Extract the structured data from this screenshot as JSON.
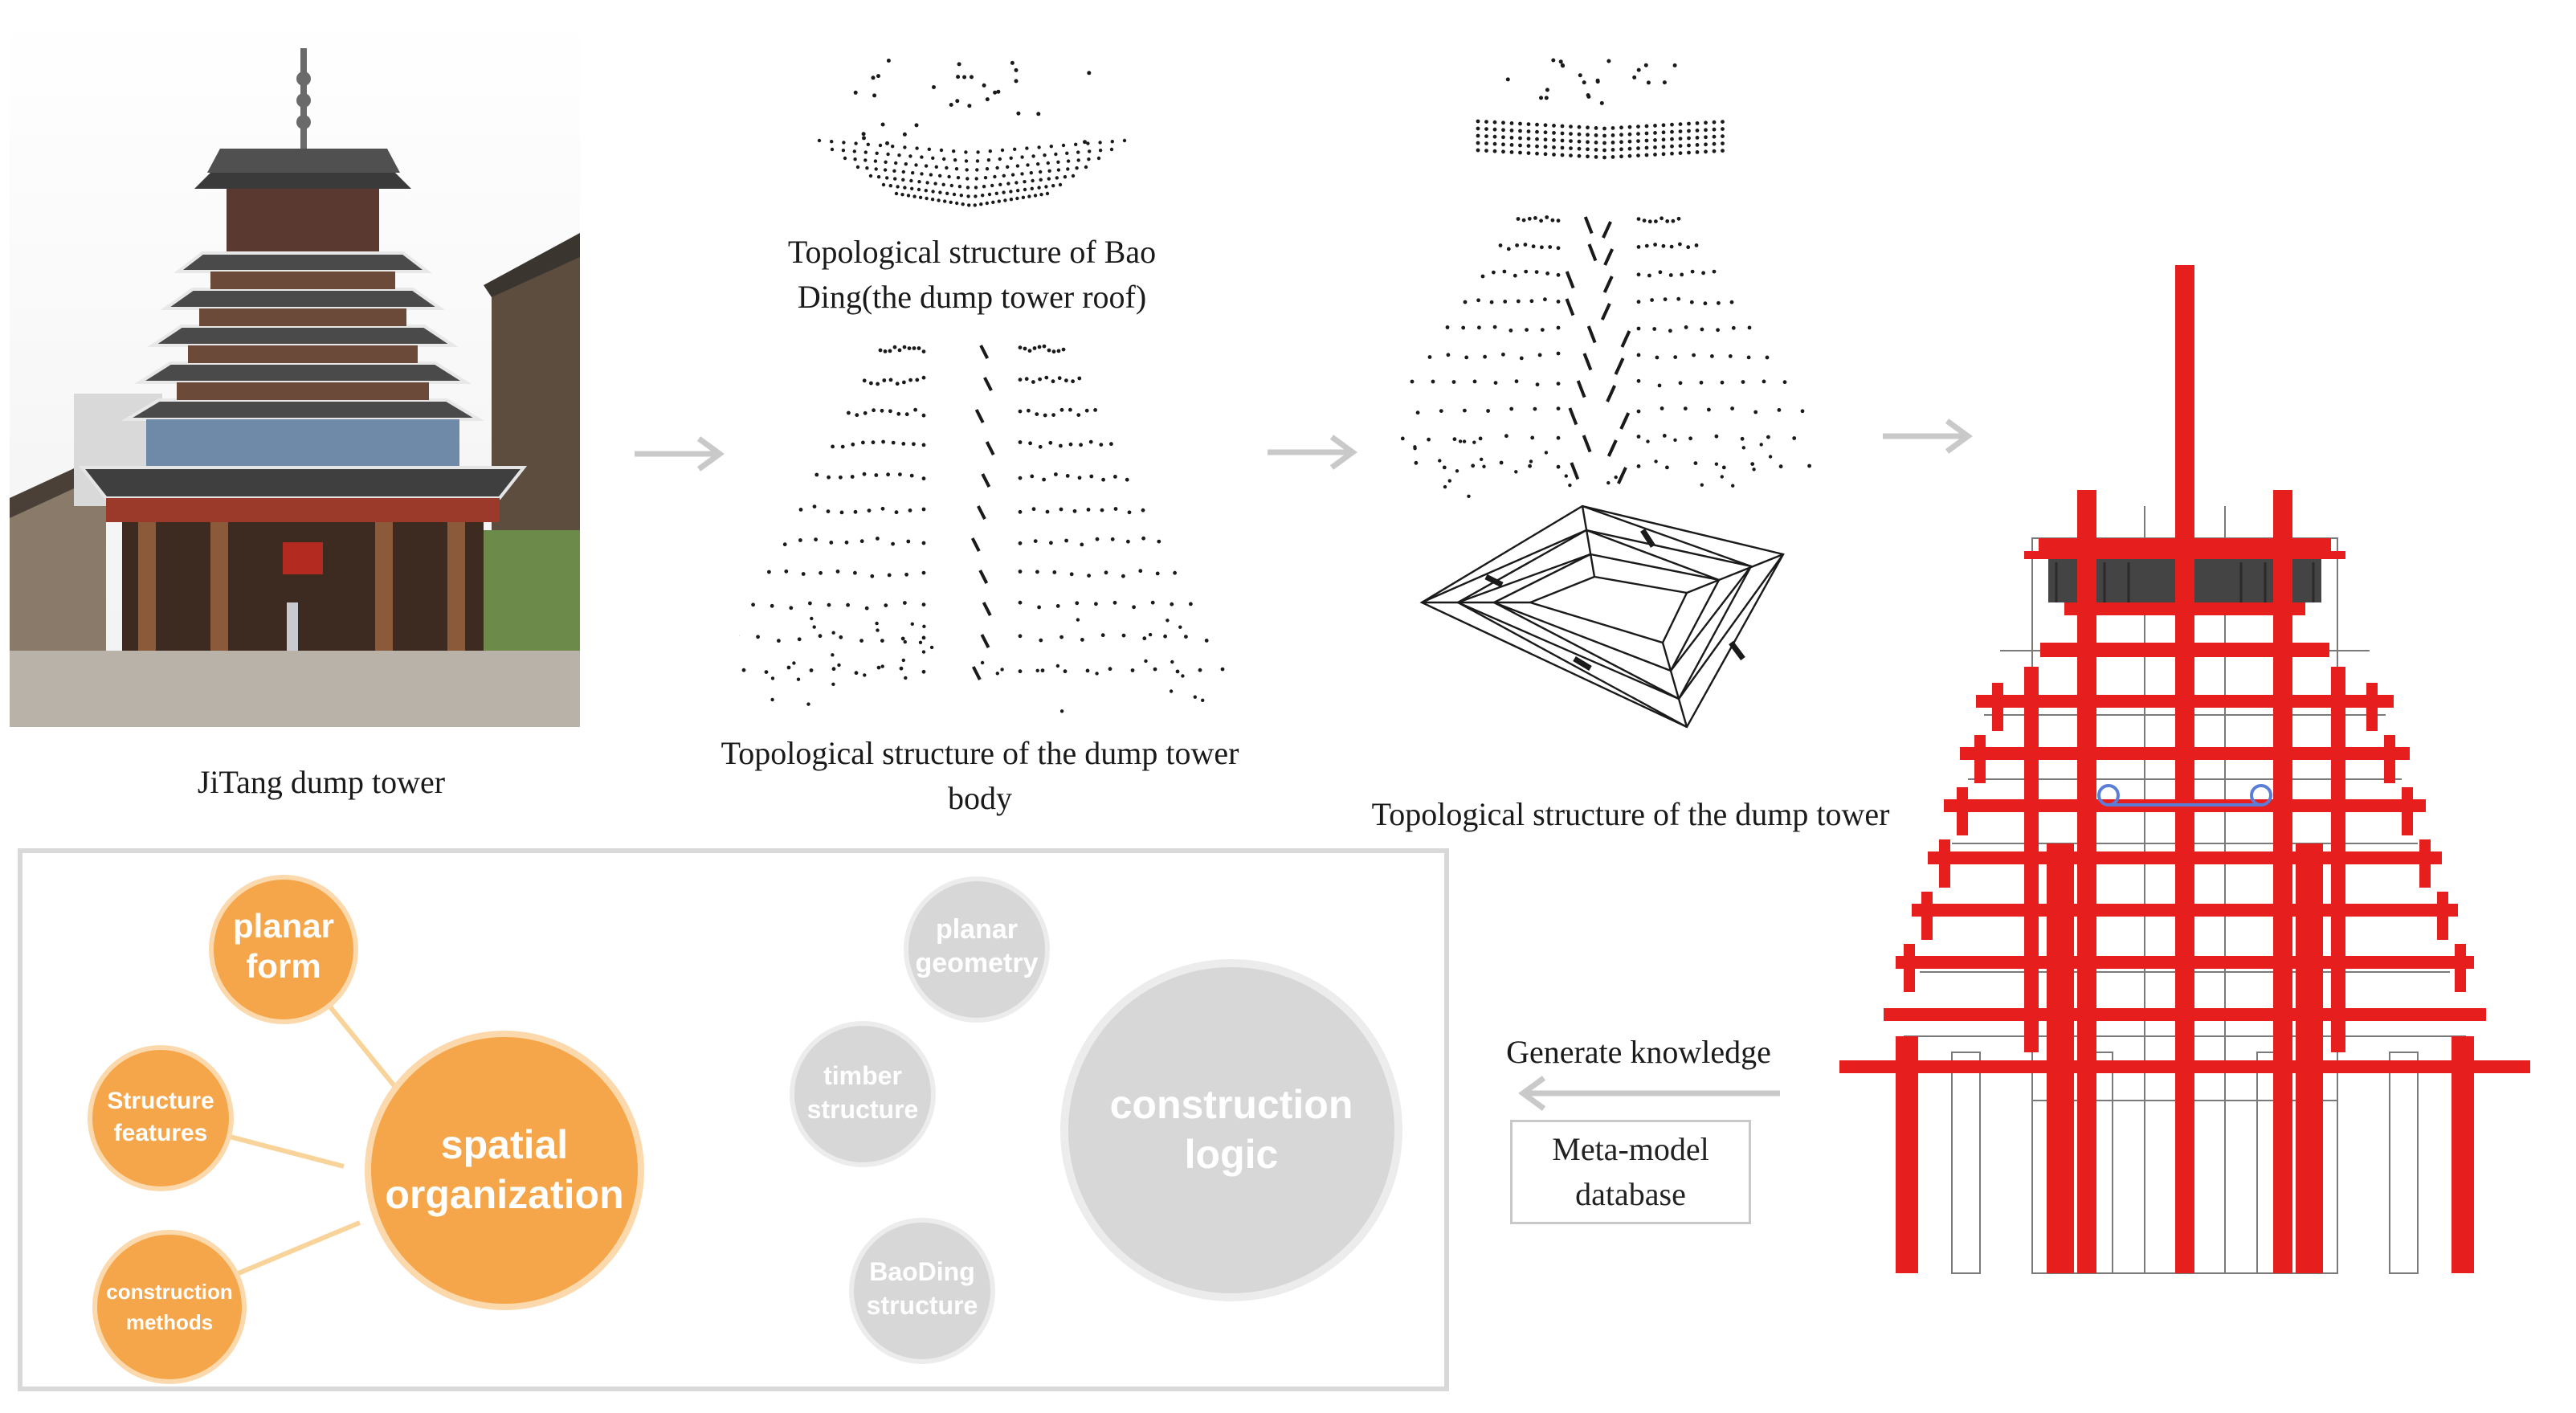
{
  "captions": {
    "photo": "JiTang dump tower",
    "roof_topology": "Topological structure of Bao Ding(the dump tower roof)",
    "body_topology": "Topological structure of the dump tower body",
    "tower_topology": "Topological structure of the dump tower",
    "generate": "Generate knowledge",
    "meta_model": "Meta-model database"
  },
  "bubbles": {
    "active": {
      "center": "spatial organization",
      "nodes": [
        "planar form",
        "Structure features",
        "construction methods"
      ]
    },
    "inactive": {
      "center": "construction logic",
      "nodes": [
        "planar geometry",
        "timber structure",
        "BaoDing structure"
      ]
    }
  },
  "colors": {
    "orange": "#f5a64a",
    "orange_link": "#f8d49a",
    "gray": "#d7d7d7",
    "red": "#e61e1e",
    "arrow": "#c9c9c9"
  }
}
